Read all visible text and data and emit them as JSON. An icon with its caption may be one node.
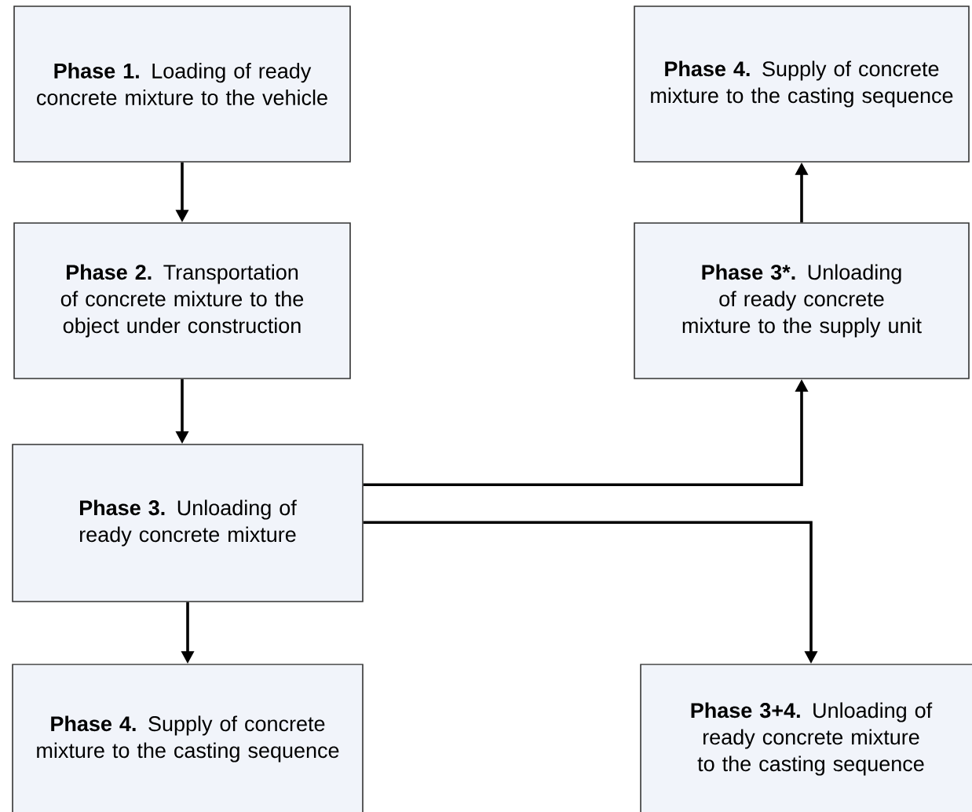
{
  "diagram": {
    "nodes": [
      {
        "text": [
          "**Phase 1.** Loading of ready concrete mixture to the vehicle"
        ]
      },
      {
        "text": [
          "**Phase 2.** Transportation of concrete mixture to the object under construction"
        ]
      },
      {
        "text": [
          "**Phase 3.** Unloading of ready concrete mixture"
        ]
      },
      {
        "text": [
          "**Phase 4.** Supply of concrete mixture to the casting sequence"
        ]
      },
      {
        "text": [
          "**Phase 4.** Supply of concrete mixture to the casting sequence"
        ]
      },
      {
        "text": [
          "**Phase 3*.** Unloading of ready concrete mixture to the supply unit"
        ]
      },
      {
        "text": [
          "**Phase 3+4.** Unloading of ready concrete mixture to the casting sequence"
        ]
      }
    ],
    "edges": [
      {
        "from": 0,
        "to": 1,
        "arrow": "to"
      },
      {
        "from": 1,
        "to": 2,
        "arrow": "to"
      },
      {
        "from": 2,
        "to": 3,
        "arrow": "to"
      },
      {
        "from": 2,
        "to": 5,
        "arrow": "to"
      },
      {
        "from": 5,
        "to": 4,
        "arrow": "to"
      },
      {
        "from": 2,
        "to": 6,
        "arrow": "to"
      }
    ]
  }
}
